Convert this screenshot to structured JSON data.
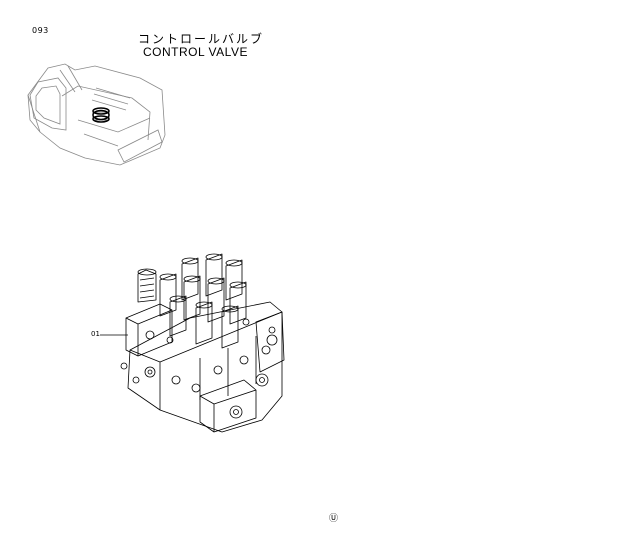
{
  "page": {
    "code": "093",
    "title_jp": "コントロールバルブ",
    "title_en": "CONTROL  VALVE",
    "callout_label": "01",
    "footer_mark": "Ⓤ"
  },
  "colors": {
    "ink": "#000000",
    "faint_ink": "#8a8a8a",
    "background": "#ffffff"
  }
}
